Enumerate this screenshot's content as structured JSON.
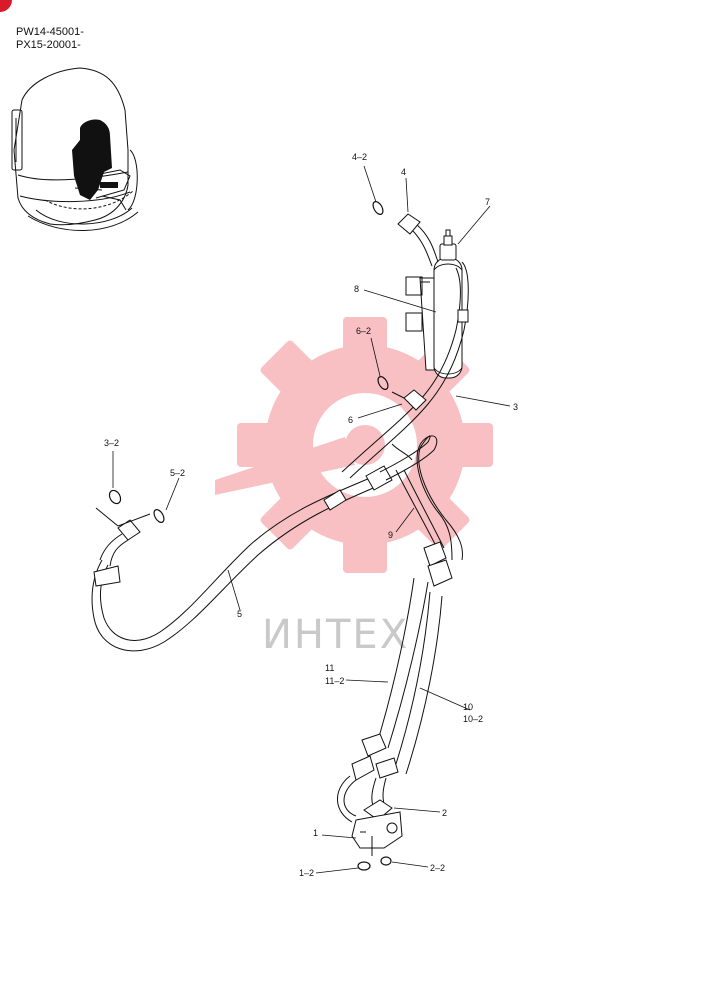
{
  "serial_numbers": [
    "PW14-45001-",
    "PX15-20001-"
  ],
  "watermark_text": "ИНТЕХ",
  "colors": {
    "line": "#111111",
    "watermark_red": "#e8202a",
    "watermark_grey": "#c9c9c9",
    "corner_mark": "#d91a2a"
  },
  "callouts": {
    "c4_2": "4–2",
    "c4": "4",
    "c7": "7",
    "c8": "8",
    "c6_2": "6–2",
    "c6": "6",
    "c3": "3",
    "c3_2": "3–2",
    "c5_2": "5–2",
    "c9": "9",
    "c5": "5",
    "c11": "11",
    "c11_2": "11–2",
    "c10": "10",
    "c10_2": "10–2",
    "c2": "2",
    "c1": "1",
    "c1_2": "1–2",
    "c2_2": "2–2"
  }
}
